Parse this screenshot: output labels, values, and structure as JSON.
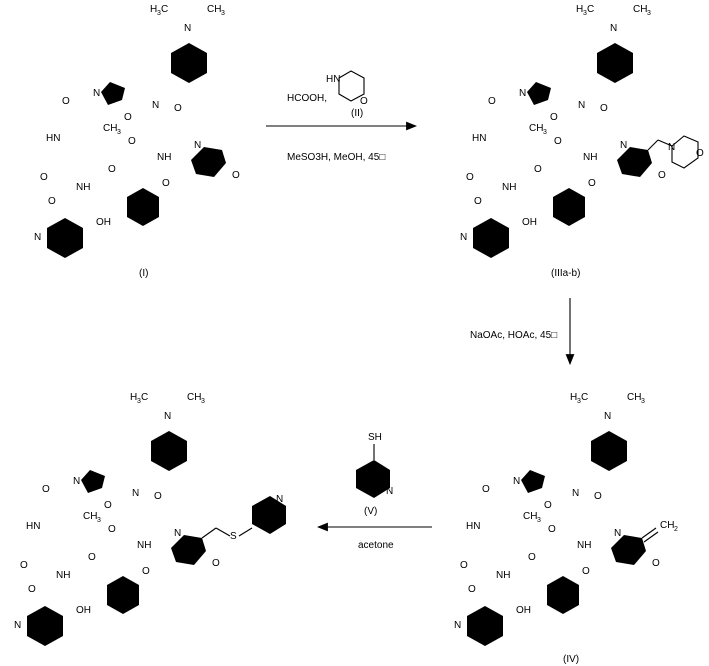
{
  "compounds": {
    "I": "(I)",
    "IIIab": "(IIIa-b)",
    "IV": "(IV)",
    "II": "(II)",
    "V": "(V)"
  },
  "steps": {
    "step1": {
      "reagent": "HCOOH,",
      "conditions": "MeSO3H, MeOH, 45□"
    },
    "step2": {
      "conditions": "NaOAc, HOAc, 45□"
    },
    "step3": {
      "conditions": "acetone"
    }
  },
  "atoms": {
    "N": "N",
    "O": "O",
    "NH": "NH",
    "HN": "HN",
    "OH": "OH",
    "H3C": "H3C",
    "CH3": "CH3",
    "SH": "SH",
    "S": "S",
    "CH2": "CH2"
  }
}
